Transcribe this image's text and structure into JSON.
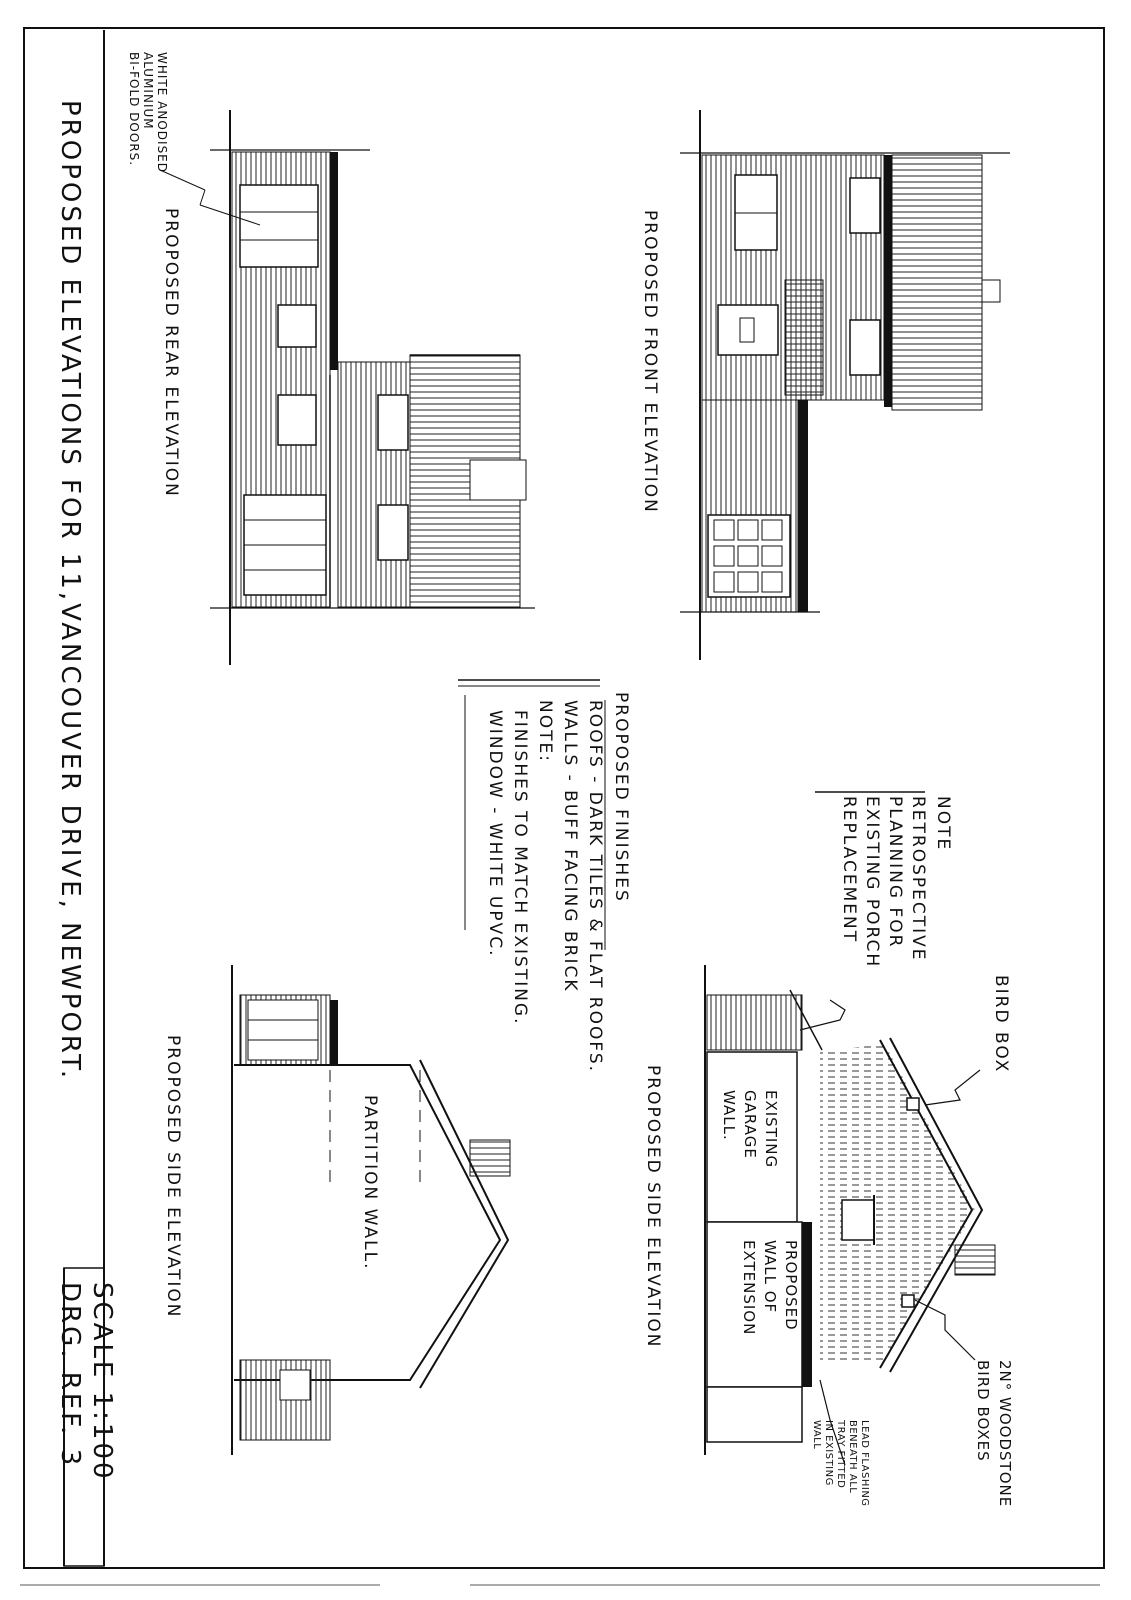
{
  "title_block": {
    "title": "PROPOSED ELEVATIONS FOR 11,VANCOUVER DRIVE, NEWPORT.",
    "scale": "SCALE 1:100",
    "drawing_ref": "DRG. REF. 3"
  },
  "views": {
    "rear": {
      "title": "PROPOSED REAR ELEVATION",
      "doors_note": [
        "WHITE ANODISED",
        "ALUMINIUM",
        "BI-FOLD DOORS."
      ]
    },
    "front": {
      "title": "PROPOSED FRONT ELEVATION"
    },
    "side_left": {
      "title": "PROPOSED SIDE ELEVATION",
      "wall_label": "PARTITION WALL."
    },
    "side_right": {
      "title": "PROPOSED SIDE ELEVATION",
      "existing_label": [
        "EXISTING",
        "GARAGE",
        "WALL."
      ],
      "proposed_label": [
        "PROPOSED",
        "WALL OF",
        "EXTENSION"
      ],
      "bird_box": "BIRD BOX",
      "bird_boxes": [
        "2N° WOODSTONE",
        "BIRD BOXES"
      ],
      "lead_flashing": [
        "LEAD FLASHING",
        "BENEATH ALL",
        "TRAY FITTED",
        "IN EXISTING",
        "WALL"
      ]
    }
  },
  "porch_note": {
    "heading": "NOTE",
    "lines": [
      "RETROSPECTIVE",
      "PLANNING FOR",
      "EXISTING PORCH",
      "REPLACEMENT"
    ]
  },
  "finishes": {
    "heading": "PROPOSED FINISHES",
    "roofs": "ROOFS - DARK TILES & FLAT ROOFS.",
    "walls": "WALLS - BUFF FACING BRICK",
    "note_heading": "NOTE:",
    "note_line1": "FINISHES TO MATCH EXISTING.",
    "note_line2": "WINDOW - WHITE UPVC."
  }
}
